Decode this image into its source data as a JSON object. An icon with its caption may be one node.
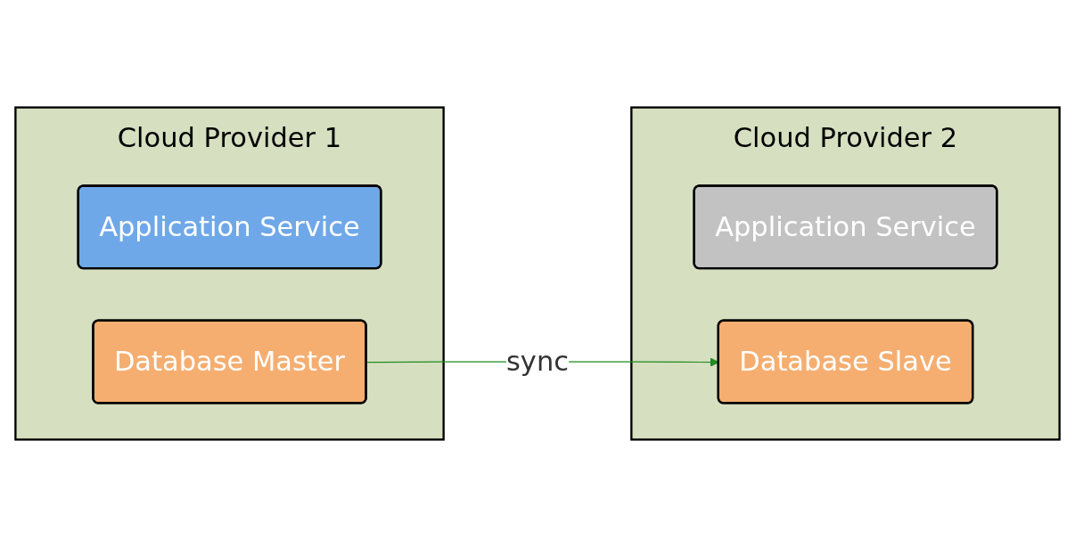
{
  "diagram": {
    "nodes": [
      {
        "text": [
          "Cloud Provider 1"
        ]
      },
      {
        "text": [
          "Application Service"
        ],
        "in": 0
      },
      {
        "text": [
          "Database Master"
        ],
        "in": 0
      },
      {
        "text": [
          "Cloud Provider 2"
        ]
      },
      {
        "text": [
          "Application Service"
        ],
        "in": 3
      },
      {
        "text": [
          "Database Slave"
        ],
        "in": 3
      }
    ],
    "edges": [
      {
        "from": 2,
        "to": 5,
        "arrow": "to",
        "label": "sync",
        "color": "#1e8c1e"
      }
    ]
  }
}
